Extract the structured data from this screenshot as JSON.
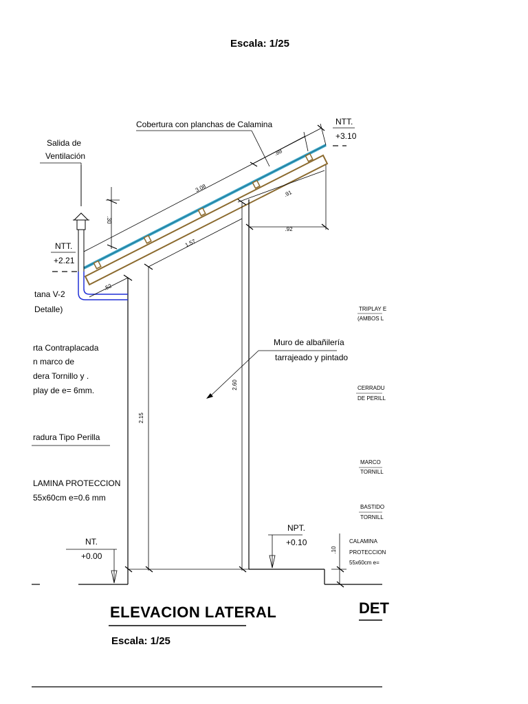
{
  "sheet_title": "Escala: 1/25",
  "drawing": {
    "title": "ELEVACION LATERAL",
    "scale": "Escala: 1/25",
    "detail_title_cut": "DET"
  },
  "levels": {
    "ntt_top": {
      "label": "NTT.",
      "value": "+3.10"
    },
    "ntt_low": {
      "label": "NTT.",
      "value": "+2.21"
    },
    "nt": {
      "label": "NT.",
      "value": "+0.00"
    },
    "npt": {
      "label": "NPT.",
      "value": "+0.10"
    }
  },
  "callouts": {
    "roof": "Cobertura con planchas de Calamina",
    "vent_line1": "Salida de",
    "vent_line2": "Ventilación",
    "wall_line1": "Muro de albañilería",
    "wall_line2": "tarrajeado y pintado",
    "window_line1": "tana V-2",
    "window_line2": "Detalle)",
    "door_line1": "rta Contraplacada",
    "door_line2": "n marco de",
    "door_line3": "dera Tornillo y .",
    "door_line4": "play de e= 6mm.",
    "lock": "radura Tipo Perilla",
    "plate_line1": "LAMINA PROTECCION",
    "plate_line2": "55x60cm e=0.6 mm"
  },
  "dimensions": {
    "d308": "3.08",
    "d088": ".88",
    "d091": ".91",
    "d092": ".92",
    "d157": "1.57",
    "d052": ".52",
    "d030": ".30",
    "d215": "2.15",
    "d260": "2.60",
    "d010": ".10"
  },
  "detail_notes": {
    "n1a": "TRIPLAY E",
    "n1b": "(AMBOS L",
    "n2a": "CERRADU",
    "n2b": "DE PERILL",
    "n3a": "MARCO",
    "n3b": "TORNILL",
    "n4a": "BASTIDO",
    "n4b": "TORNILL",
    "n5a": "CALAMINA",
    "n5b": "PROTECCION",
    "n5c": "55x60cm e="
  },
  "colors": {
    "line": "#000000",
    "roof_sheet": "#3aa6c9",
    "timber": "#8b6a2e",
    "pipe": "#1f2fd6"
  }
}
